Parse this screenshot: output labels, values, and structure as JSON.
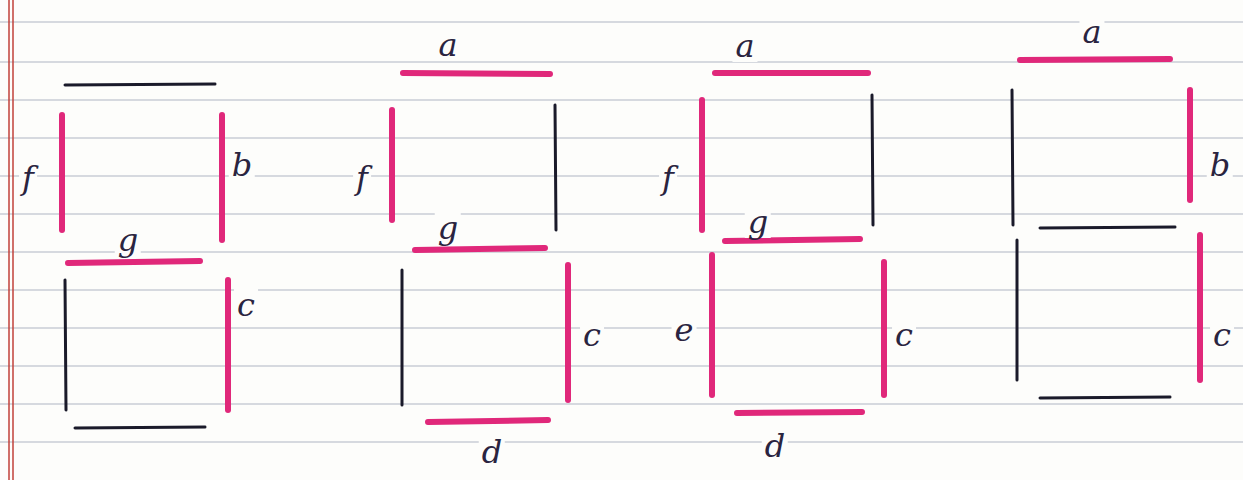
{
  "diagram": {
    "labels": [
      "f",
      "b",
      "g",
      "c",
      "a",
      "f",
      "g",
      "c",
      "d",
      "a",
      "f",
      "g",
      "e",
      "c",
      "d",
      "a",
      "b",
      "c"
    ]
  }
}
